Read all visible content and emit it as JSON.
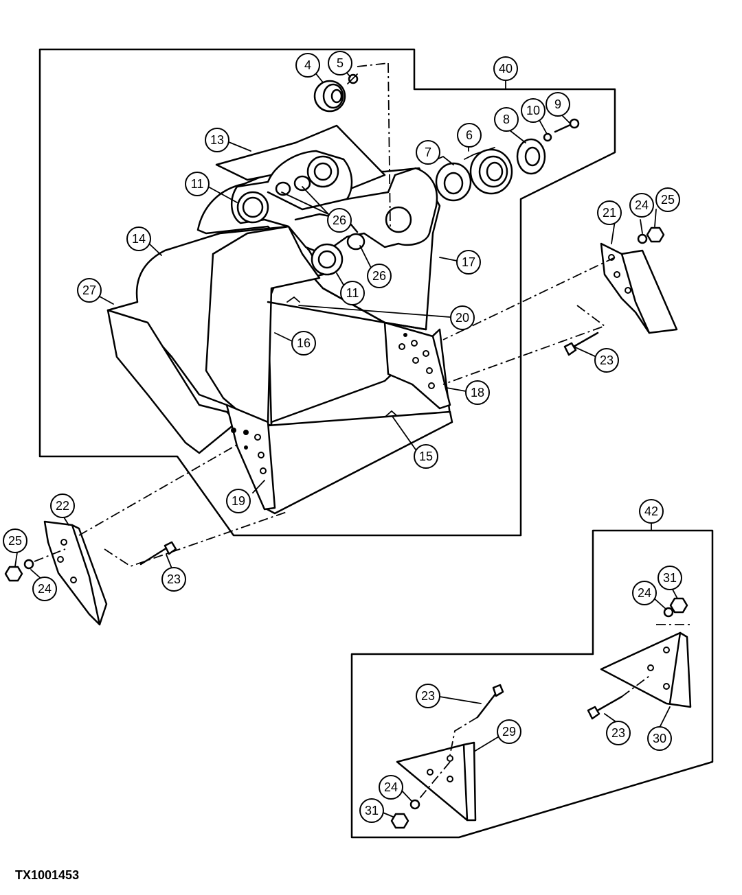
{
  "figure_id": "TX1001453",
  "callouts": [
    {
      "label": "4"
    },
    {
      "label": "5"
    },
    {
      "label": "40"
    },
    {
      "label": "10"
    },
    {
      "label": "9"
    },
    {
      "label": "8"
    },
    {
      "label": "6"
    },
    {
      "label": "7"
    },
    {
      "label": "13"
    },
    {
      "label": "11"
    },
    {
      "label": "26"
    },
    {
      "label": "26"
    },
    {
      "label": "11"
    },
    {
      "label": "14"
    },
    {
      "label": "17"
    },
    {
      "label": "24"
    },
    {
      "label": "25"
    },
    {
      "label": "21"
    },
    {
      "label": "27"
    },
    {
      "label": "20"
    },
    {
      "label": "16"
    },
    {
      "label": "23"
    },
    {
      "label": "18"
    },
    {
      "label": "15"
    },
    {
      "label": "19"
    },
    {
      "label": "22"
    },
    {
      "label": "25"
    },
    {
      "label": "24"
    },
    {
      "label": "23"
    },
    {
      "label": "42"
    },
    {
      "label": "31"
    },
    {
      "label": "24"
    },
    {
      "label": "23"
    },
    {
      "label": "29"
    },
    {
      "label": "24"
    },
    {
      "label": "31"
    },
    {
      "label": "23"
    },
    {
      "label": "30"
    }
  ]
}
